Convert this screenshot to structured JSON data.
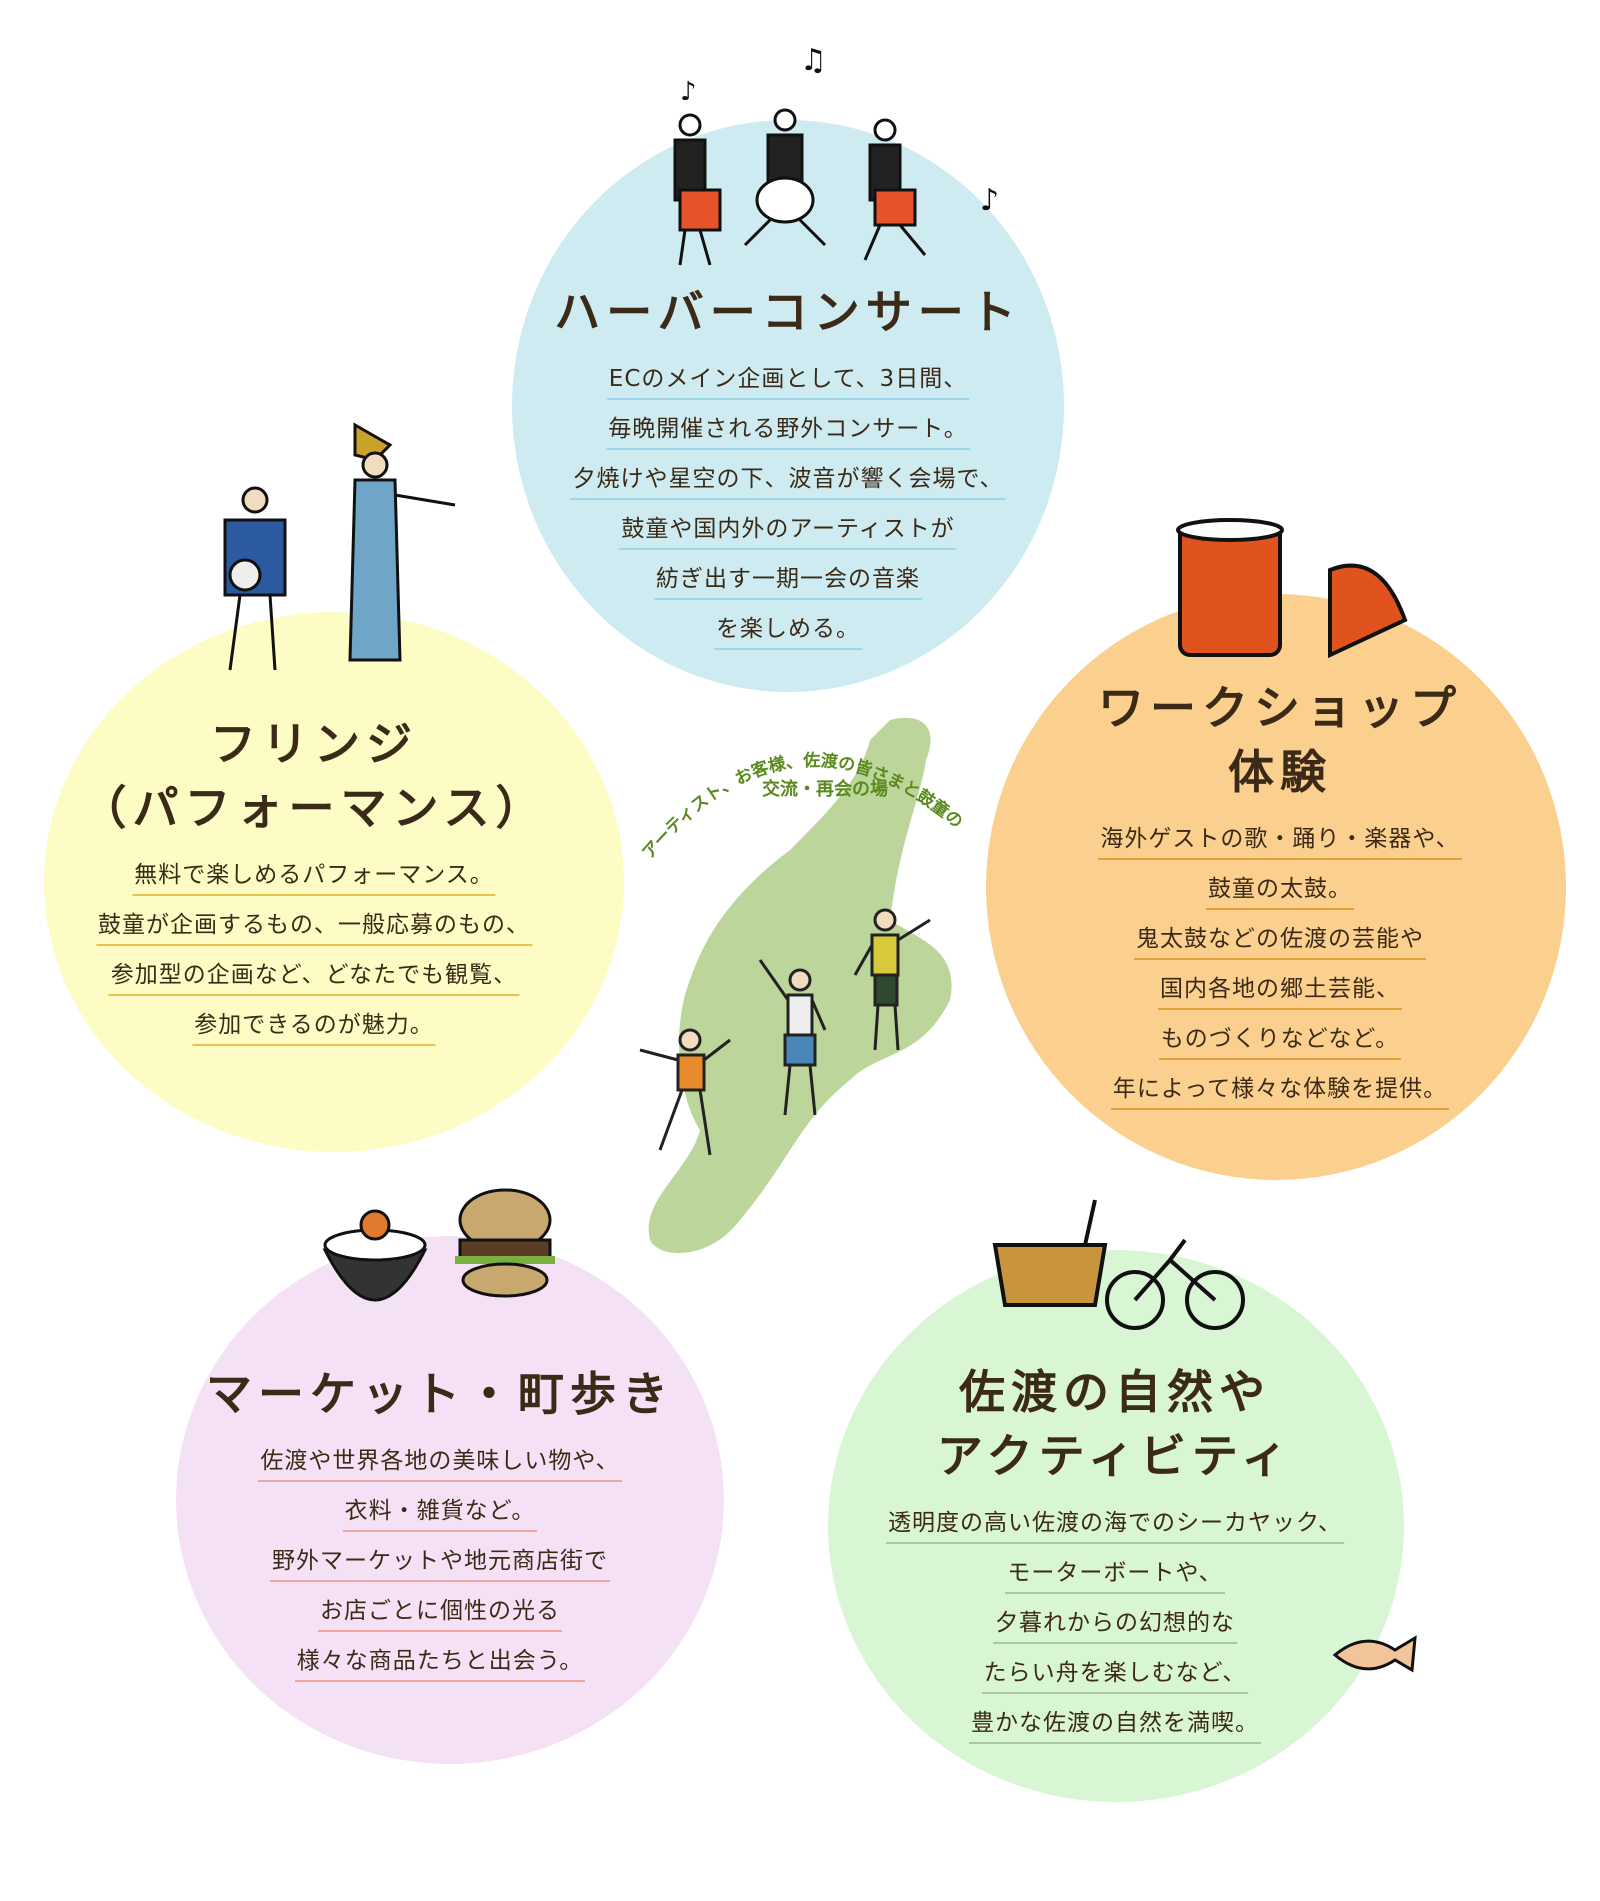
{
  "colors": {
    "text": "#3b2a17",
    "concert_bg": "#cdebf0",
    "fringe_bg": "#fdfcc4",
    "workshop_bg": "#fbd08f",
    "market_bg": "#f5e1f5",
    "nature_bg": "#d8f5d4",
    "island": "#bcd59a",
    "arc_text": "#5a8a1e"
  },
  "center": {
    "arc_text": "アーティスト、お客様、佐渡の皆さまと鼓童の",
    "sub_text": "交流・再会の場"
  },
  "sections": {
    "concert": {
      "title": "ハーバーコンサート",
      "lines": [
        "ECのメイン企画として、3日間、",
        "毎晩開催される野外コンサート。",
        "夕焼けや星空の下、波音が響く会場で、",
        "鼓童や国内外のアーティストが",
        "紡ぎ出す一期一会の音楽",
        "を楽しめる。"
      ],
      "icon": "drummers-illustration"
    },
    "fringe": {
      "title": "フリンジ",
      "subtitle": "（パフォーマンス）",
      "lines": [
        "無料で楽しめるパフォーマンス。",
        "鼓童が企画するもの、一般応募のもの、",
        "参加型の企画など、どなたでも観覧、",
        "参加できるのが魅力。"
      ],
      "icon": "performers-illustration"
    },
    "workshop": {
      "title": "ワークショップ",
      "subtitle": "体験",
      "lines": [
        "海外ゲストの歌・踊り・楽器や、",
        "鼓童の太鼓。",
        "鬼太鼓などの佐渡の芸能や",
        "国内各地の郷土芸能、",
        "ものづくりなどなど。",
        "年によって様々な体験を提供。"
      ],
      "icon": "drum-and-fan-illustration"
    },
    "market": {
      "title": "マーケット・町歩き",
      "lines": [
        "佐渡や世界各地の美味しい物や、",
        "衣料・雑貨など。",
        "野外マーケットや地元商店街で",
        "お店ごとに個性の光る",
        "様々な商品たちと出会う。"
      ],
      "icon": "food-illustration"
    },
    "nature": {
      "title": "佐渡の自然や",
      "subtitle": "アクティビティ",
      "lines": [
        "透明度の高い佐渡の海でのシーカヤック、",
        "モーターボートや、",
        "夕暮れからの幻想的な",
        "たらい舟を楽しむなど、",
        "豊かな佐渡の自然を満喫。"
      ],
      "icon": "tub-boat-and-bicycle-illustration"
    }
  }
}
